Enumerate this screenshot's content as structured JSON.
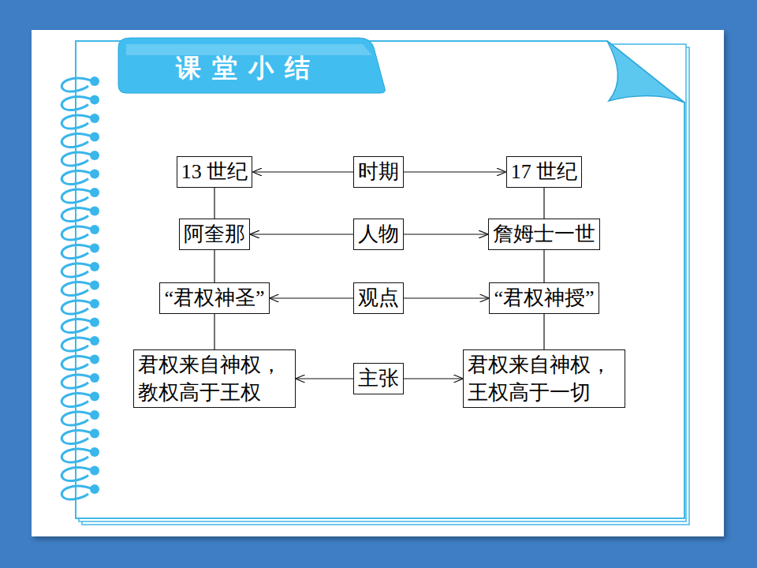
{
  "diagram": {
    "title": "课堂小结",
    "nodes": [
      {
        "text": [
          "13 世纪"
        ]
      },
      {
        "text": [
          "时期"
        ]
      },
      {
        "text": [
          "17 世纪"
        ]
      },
      {
        "text": [
          "阿奎那"
        ]
      },
      {
        "text": [
          "人物"
        ]
      },
      {
        "text": [
          "詹姆士一世"
        ]
      },
      {
        "text": [
          "“君权神圣”"
        ]
      },
      {
        "text": [
          "观点"
        ]
      },
      {
        "text": [
          "“君权神授”"
        ]
      },
      {
        "text": [
          "君权来自神权， 教权高于王权"
        ]
      },
      {
        "text": [
          "主张"
        ]
      },
      {
        "text": [
          "君权来自神权， 王权高于一切"
        ]
      }
    ],
    "edges": [
      {
        "from": 1,
        "to": 0,
        "arrow": "to"
      },
      {
        "from": 1,
        "to": 2,
        "arrow": "to"
      },
      {
        "from": 4,
        "to": 3,
        "arrow": "to"
      },
      {
        "from": 4,
        "to": 5,
        "arrow": "to"
      },
      {
        "from": 7,
        "to": 6,
        "arrow": "to"
      },
      {
        "from": 7,
        "to": 8,
        "arrow": "to"
      },
      {
        "from": 10,
        "to": 9,
        "arrow": "to"
      },
      {
        "from": 10,
        "to": 11,
        "arrow": "to"
      },
      {
        "from": 0,
        "to": 3,
        "arrow": "none"
      },
      {
        "from": 3,
        "to": 6,
        "arrow": "none"
      },
      {
        "from": 6,
        "to": 9,
        "arrow": "none"
      },
      {
        "from": 2,
        "to": 5,
        "arrow": "none"
      },
      {
        "from": 5,
        "to": 8,
        "arrow": "none"
      },
      {
        "from": 8,
        "to": 11,
        "arrow": "none"
      }
    ]
  }
}
